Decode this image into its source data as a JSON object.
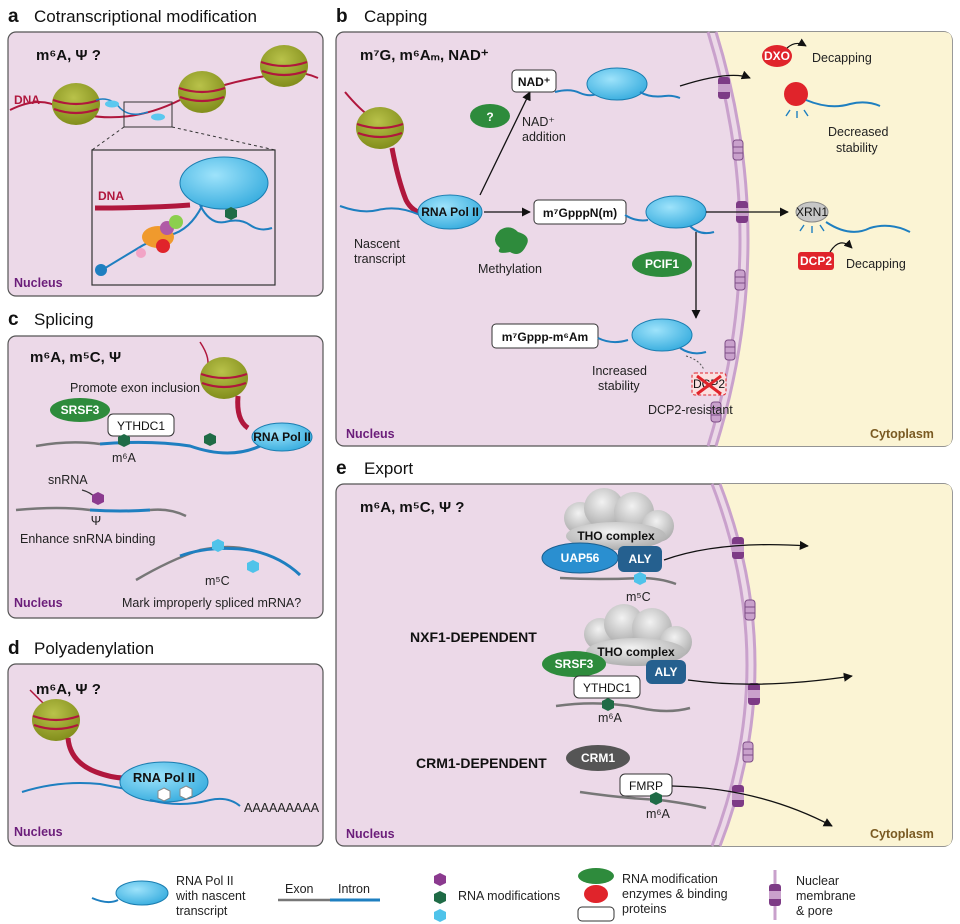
{
  "panels": {
    "a": {
      "letter": "a",
      "title": "Cotranscriptional modification",
      "mods": "m⁶A, Ψ ?",
      "dna1": "DNA",
      "dna2": "DNA",
      "region": "Nucleus"
    },
    "b": {
      "letter": "b",
      "title": "Capping",
      "mods": "m⁷G, m⁶Aₘ, NAD⁺",
      "nad_box": "NAD⁺",
      "q": "?",
      "nad_addition": [
        "NAD⁺",
        "addition"
      ],
      "dxo": "DXO",
      "decapping1": "Decapping",
      "decreased": [
        "Decreased",
        "stability"
      ],
      "polii": "RNA Pol II",
      "nascent": [
        "Nascent",
        "transcript"
      ],
      "methylation": "Methylation",
      "m7gpppn": "m⁷GpppN(m)",
      "xrn1": "XRN1",
      "dcp2": "DCP2",
      "decapping2": "Decapping",
      "pcif1": "PCIF1",
      "m7gpppm6am": "m⁷Gppp-m⁶Am",
      "increased": [
        "Increased",
        "stability"
      ],
      "dcp2_x": "DCP2",
      "dcp2_resistant": "DCP2-resistant",
      "region": "Nucleus",
      "cytoplasm": "Cytoplasm"
    },
    "c": {
      "letter": "c",
      "title": "Splicing",
      "mods": "m⁶A, m⁵C, Ψ",
      "promote": "Promote exon inclusion",
      "srsf3": "SRSF3",
      "ythdc1": "YTHDC1",
      "polii": "RNA Pol II",
      "m6a": "m⁶A",
      "snrna": "snRNA",
      "psi": "Ψ",
      "enhance": "Enhance snRNA binding",
      "m5c": "m⁵C",
      "mark": "Mark improperly spliced mRNA?",
      "region": "Nucleus"
    },
    "d": {
      "letter": "d",
      "title": "Polyadenylation",
      "mods": "m⁶A, Ψ ?",
      "polii": "RNA Pol II",
      "polya": "AAAAAAAAA",
      "region": "Nucleus"
    },
    "e": {
      "letter": "e",
      "title": "Export",
      "mods": "m⁶A, m⁵C, Ψ ?",
      "tho1": "THO complex",
      "uap56": "UAP56",
      "aly1": "ALY",
      "m5c": "m⁵C",
      "nxf1": "NXF1-DEPENDENT",
      "tho2": "THO complex",
      "srsf3": "SRSF3",
      "aly2": "ALY",
      "ythdc1": "YTHDC1",
      "m6a1": "m⁶A",
      "crm1_dep": "CRM1-DEPENDENT",
      "crm1": "CRM1",
      "fmrp": "FMRP",
      "m6a2": "m⁶A",
      "region": "Nucleus",
      "cytoplasm": "Cytoplasm"
    }
  },
  "legend": {
    "polii": [
      "RNA Pol II",
      "with nascent",
      "transcript"
    ],
    "exon": "Exon",
    "intron": "Intron",
    "mods": "RNA modifications",
    "enzymes": [
      "RNA modification",
      "enzymes & binding",
      "proteins"
    ],
    "pore": [
      "Nuclear",
      "membrane",
      "& pore"
    ]
  },
  "colors": {
    "panel_bg": "#ecd9e8",
    "cyto_bg": "#fbf4d4",
    "panel_border": "#555555",
    "polii_blue": "#5bc8ef",
    "rna_blue": "#1e7fc0",
    "dna_red": "#b0173d",
    "green": "#2e8b3c",
    "dark_green": "#1f6b46",
    "red": "#e0242b",
    "purple": "#8b3a8f",
    "nucleosome": "#9aa42a",
    "dark_blue": "#25608f"
  }
}
